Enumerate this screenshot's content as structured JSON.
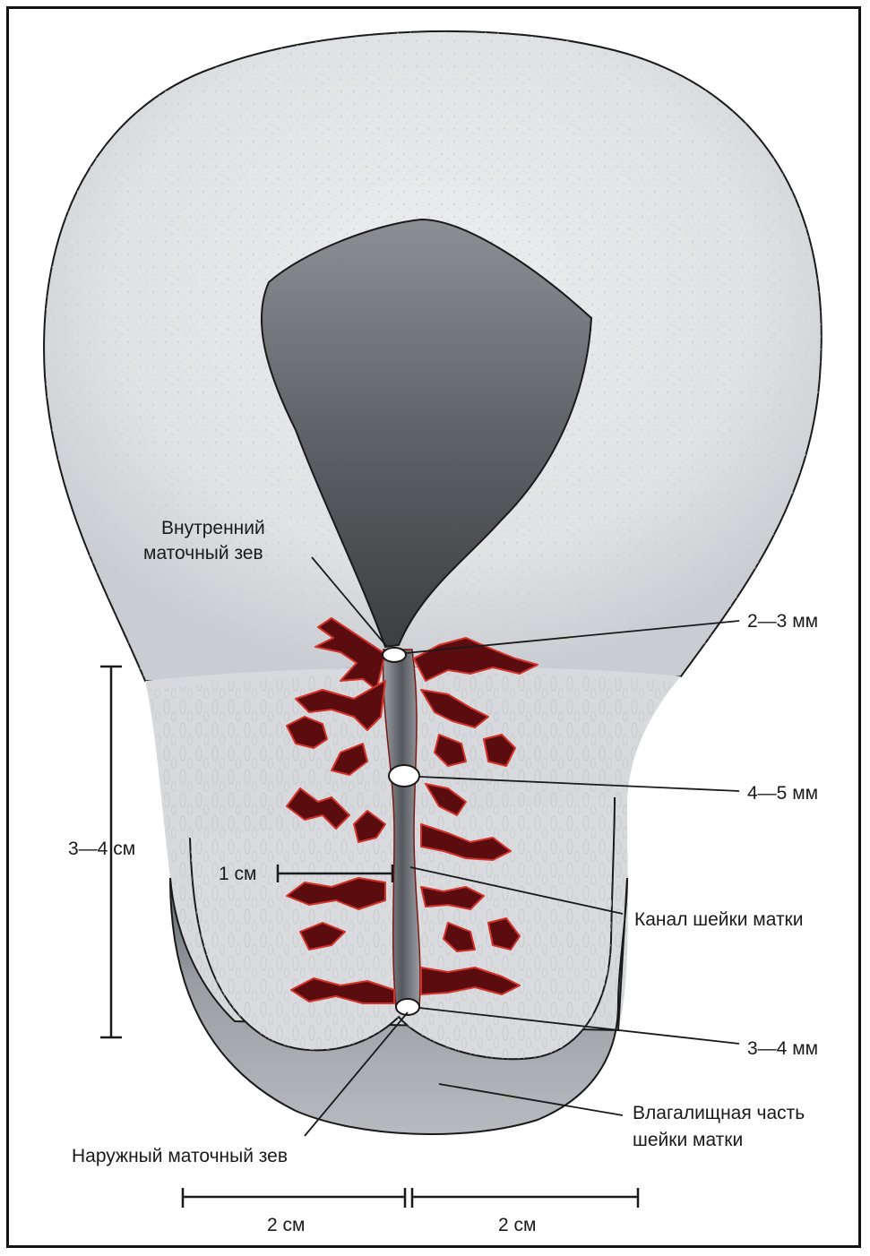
{
  "labels": {
    "internal_os_line1": "Внутренний",
    "internal_os_line2": "маточный зев",
    "width_internal": "2—3 мм",
    "width_middle": "4—5 мм",
    "cervix_length": "3—4 см",
    "one_cm": "1 см",
    "cervical_canal": "Канал шейки матки",
    "width_external": "3—4 мм",
    "vaginal_part_line1": "Влагалищная часть",
    "vaginal_part_line2": "шейки матки",
    "external_os": "Наружный маточный зев",
    "scale_left": "2 см",
    "scale_right": "2 см"
  },
  "colors": {
    "tissue": "#e4e6e9",
    "cavity": "#6f7276",
    "cervix_tissue": "#dcdee1",
    "vaginal_part": "#8e9195",
    "glands": "#6b0f12",
    "gland_outline": "#d2322a",
    "line": "#1a1a1a"
  }
}
